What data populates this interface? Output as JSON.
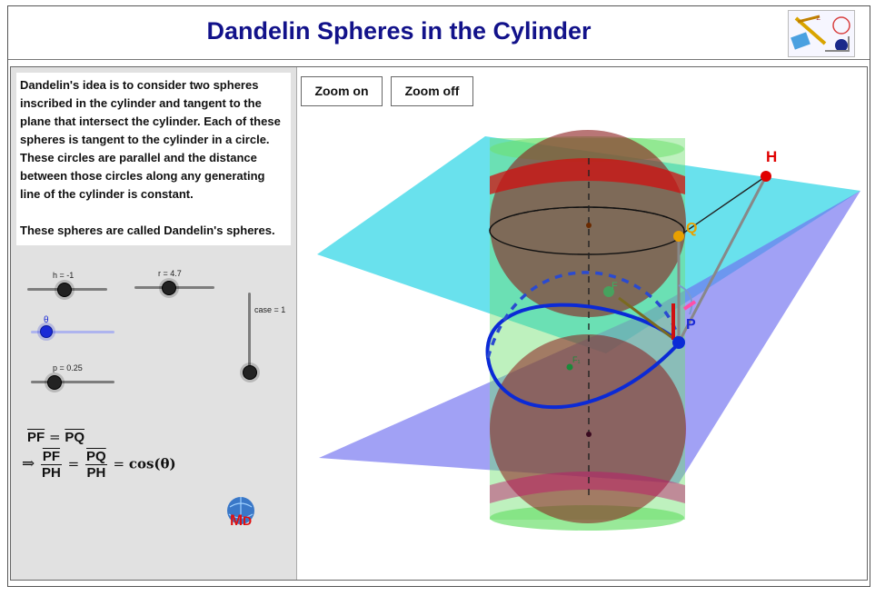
{
  "header": {
    "title": "Dandelin Spheres in the Cylinder"
  },
  "description": {
    "paragraph1": "Dandelin's idea is to consider two spheres inscribed in the cylinder and tangent to the plane that intersect the cylinder. Each of these spheres is tangent to the cylinder in a circle. These circles are parallel and the distance between those circles along any generating line of the cylinder is constant.",
    "paragraph2": "These spheres are called Dandelin's spheres."
  },
  "sliders": {
    "h": {
      "label": "h = -1",
      "value": -1
    },
    "r": {
      "label": "r = 4.7",
      "value": 4.7
    },
    "theta": {
      "label": "θ"
    },
    "p": {
      "label": "p = 0.25",
      "value": 0.25
    },
    "case": {
      "label": "case = 1",
      "value": 1
    }
  },
  "buttons": {
    "zoom_on": "Zoom on",
    "zoom_off": "Zoom off"
  },
  "scene": {
    "point_labels": {
      "H": "H",
      "Q": "Q",
      "P": "P",
      "F": "F",
      "F1": "F₁"
    },
    "colors": {
      "cylinder": "#6ee06e",
      "sphere": "#8b1a1a",
      "upper_plane": "#2fd6e6",
      "lower_plane": "#6f6ff0",
      "ellipse": "#0b2ad6",
      "point_H": "#e00000",
      "label_Q": "#e8a000",
      "label_P": "#1a2ad6"
    }
  },
  "formula": {
    "line1_left": "PF",
    "line1_eq": "=",
    "line1_right": "PQ",
    "implies": "⇒",
    "frac1_num": "PF",
    "frac1_den": "PH",
    "eq": "=",
    "frac2_num": "PQ",
    "frac2_den": "PH",
    "eq2": "=",
    "rhs": "cos(θ)"
  }
}
